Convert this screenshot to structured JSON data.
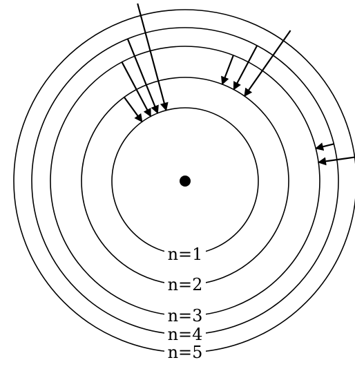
{
  "diagram": {
    "nucleus_color": "#000000",
    "line_color": "#000000",
    "background": "#ffffff",
    "orbits": [
      {
        "n": 1,
        "label": "n=1"
      },
      {
        "n": 2,
        "label": "n=2"
      },
      {
        "n": 3,
        "label": "n=3"
      },
      {
        "n": 4,
        "label": "n=4"
      },
      {
        "n": 5,
        "label": "n=5"
      }
    ],
    "transitions": [
      {
        "from": 5,
        "to": 1
      },
      {
        "from": 4,
        "to": 1
      },
      {
        "from": 3,
        "to": 1
      },
      {
        "from": 2,
        "to": 1
      },
      {
        "from": 5,
        "to": 2
      },
      {
        "from": 4,
        "to": 2
      },
      {
        "from": 3,
        "to": 2
      },
      {
        "from": 5,
        "to": 3
      },
      {
        "from": 4,
        "to": 3
      }
    ]
  }
}
